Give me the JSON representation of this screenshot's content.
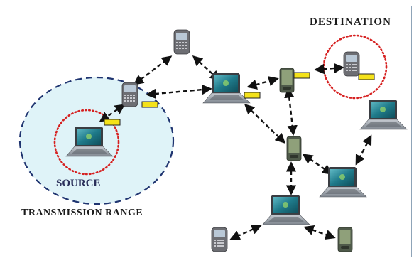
{
  "labels": {
    "destination": "DESTINATION",
    "source": "SOURCE",
    "transmission_range": "TRANSMISSION RANGE"
  },
  "nodes": [
    {
      "id": "phone-top",
      "kind": "phone",
      "role": "relay"
    },
    {
      "id": "phone-source-relay",
      "kind": "phone",
      "role": "relay"
    },
    {
      "id": "laptop-source",
      "kind": "laptop",
      "role": "source"
    },
    {
      "id": "laptop-center",
      "kind": "laptop",
      "role": "relay"
    },
    {
      "id": "pda-center-right",
      "kind": "pda",
      "role": "relay"
    },
    {
      "id": "phone-destination",
      "kind": "phone",
      "role": "destination"
    },
    {
      "id": "laptop-right",
      "kind": "laptop",
      "role": "relay"
    },
    {
      "id": "pda-middle",
      "kind": "pda",
      "role": "relay"
    },
    {
      "id": "laptop-lower-right",
      "kind": "laptop",
      "role": "relay"
    },
    {
      "id": "laptop-bottom",
      "kind": "laptop",
      "role": "relay"
    },
    {
      "id": "phone-bottom-left",
      "kind": "phone",
      "role": "relay"
    },
    {
      "id": "pda-bottom-right",
      "kind": "pda",
      "role": "relay"
    }
  ],
  "links": [
    [
      "phone-source-relay",
      "phone-top"
    ],
    [
      "phone-top",
      "laptop-center"
    ],
    [
      "phone-source-relay",
      "laptop-center"
    ],
    [
      "phone-source-relay",
      "laptop-source"
    ],
    [
      "laptop-center",
      "pda-center-right"
    ],
    [
      "pda-center-right",
      "phone-destination"
    ],
    [
      "pda-center-right",
      "pda-middle"
    ],
    [
      "laptop-center",
      "pda-middle"
    ],
    [
      "pda-middle",
      "laptop-lower-right"
    ],
    [
      "pda-middle",
      "laptop-bottom"
    ],
    [
      "laptop-right",
      "laptop-lower-right"
    ],
    [
      "laptop-bottom",
      "phone-bottom-left"
    ],
    [
      "laptop-bottom",
      "pda-bottom-right"
    ]
  ],
  "colors": {
    "range_fill": "#dff3f8",
    "range_stroke": "#1f3470",
    "focus_ring": "#d62020",
    "packet": "#f4e21a",
    "link": "#111111",
    "screen": "#1f7a8a",
    "laptop_body": "#9aa1aa",
    "phone_body": "#6d6e73",
    "pda_body": "#4f5a4a"
  }
}
